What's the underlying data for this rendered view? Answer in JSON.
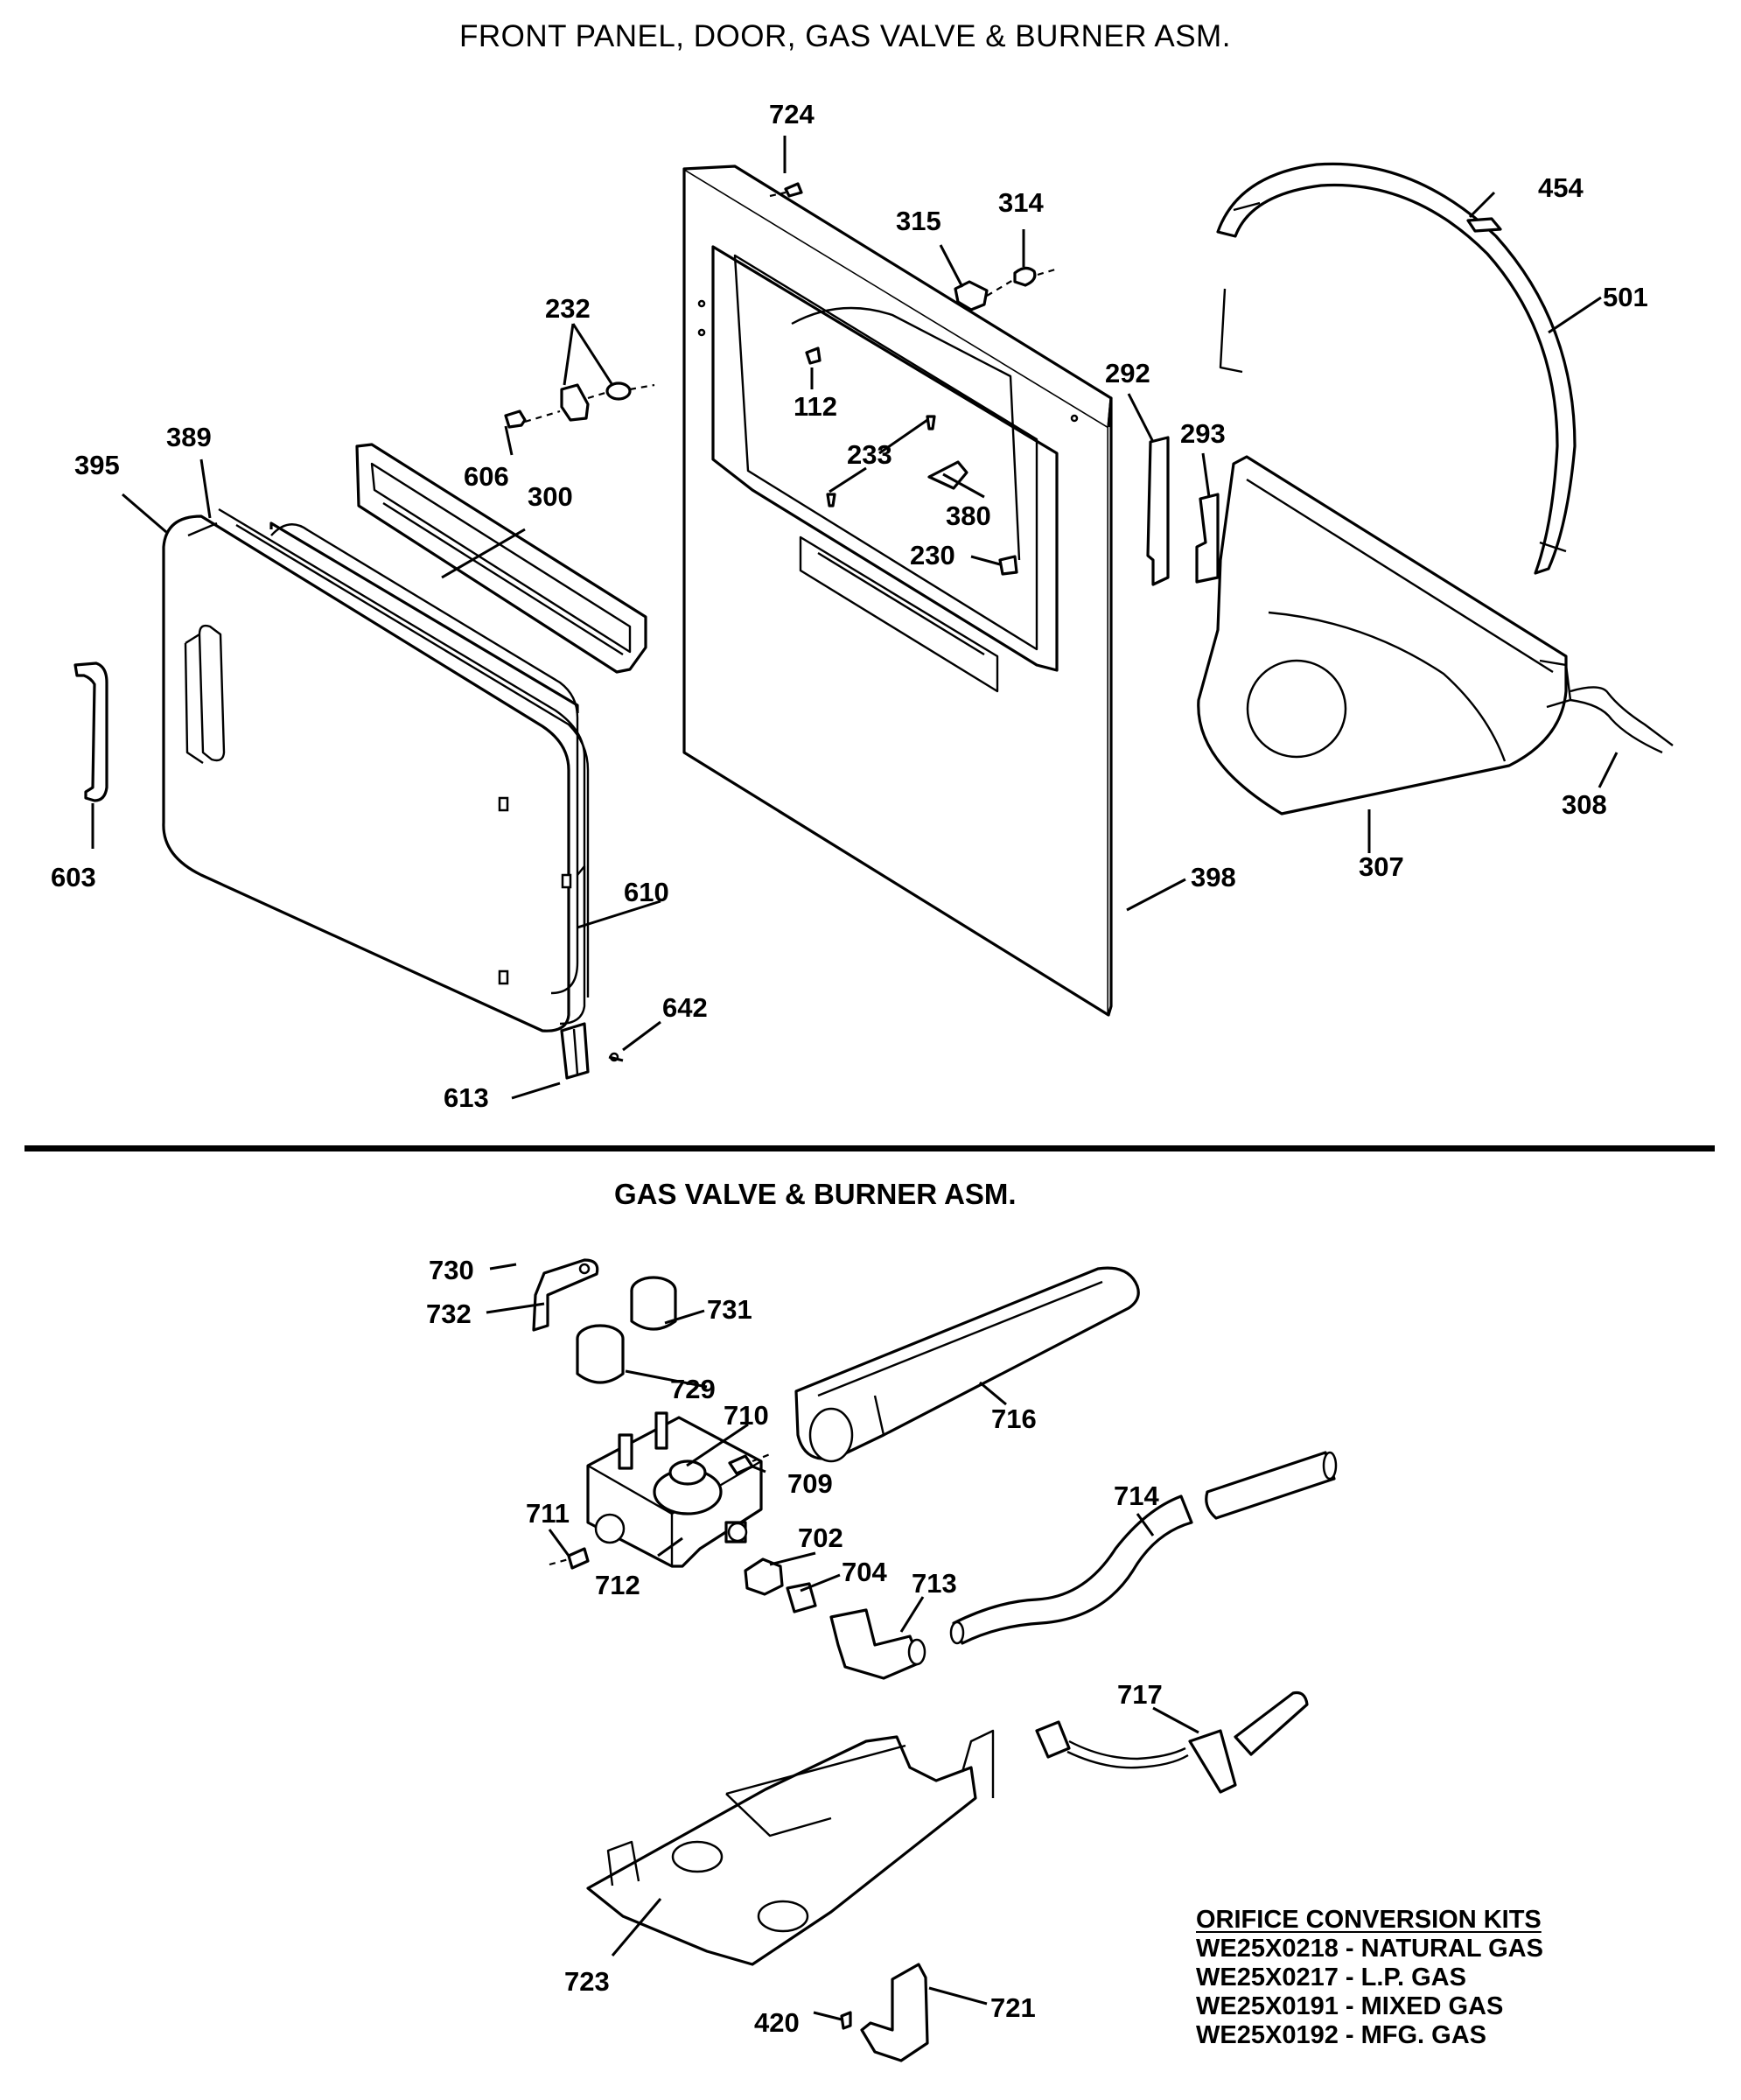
{
  "titles": {
    "top": "FRONT PANEL, DOOR, GAS VALVE & BURNER ASM.",
    "bottom": "GAS VALVE & BURNER ASM."
  },
  "orifice_kits": {
    "title": "ORIFICE CONVERSION KITS",
    "items": [
      "WE25X0218 - NATURAL GAS",
      "WE25X0217 - L.P. GAS",
      "WE25X0191 - MIXED GAS",
      "WE25X0192 - MFG. GAS"
    ]
  },
  "callouts": [
    "724",
    "315",
    "314",
    "454",
    "501",
    "232",
    "112",
    "292",
    "293",
    "606",
    "233",
    "380",
    "395",
    "389",
    "300",
    "230",
    "603",
    "610",
    "308",
    "307",
    "398",
    "642",
    "613",
    "730",
    "732",
    "731",
    "729",
    "710",
    "716",
    "709",
    "714",
    "711",
    "702",
    "712",
    "704",
    "713",
    "717",
    "723",
    "420",
    "721"
  ]
}
